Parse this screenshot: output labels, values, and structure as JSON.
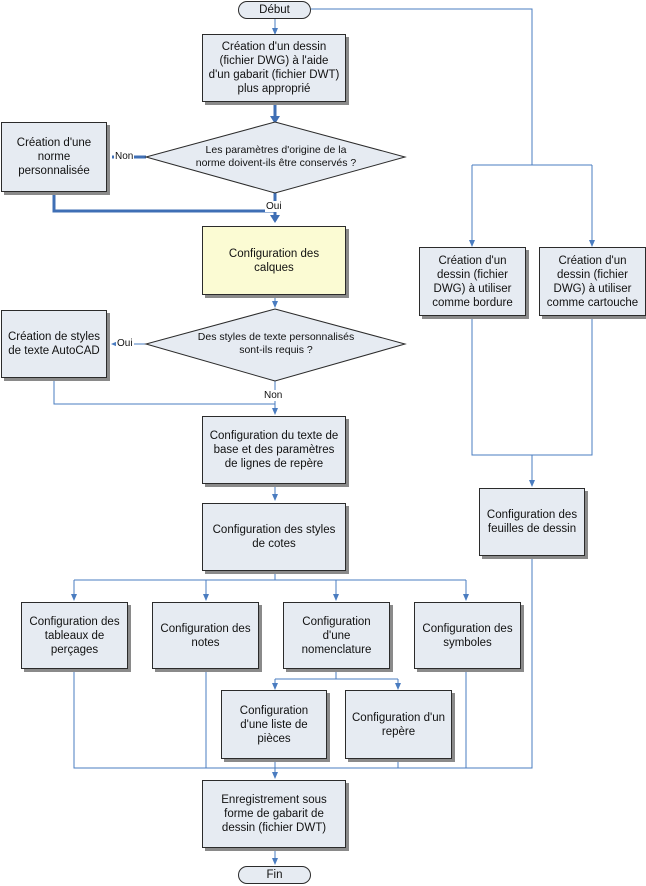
{
  "flowchart": {
    "start": "Début",
    "end": "Fin",
    "steps": {
      "create_drawing": "Création d'un dessin\n(fichier DWG) à l'aide\nd'un gabarit (fichier DWT)\nplus approprié",
      "custom_standard": "Création d'une\nnorme\npersonnalisée",
      "layers": "Configuration des\ncalques",
      "text_styles": "Création de styles\nde texte AutoCAD",
      "base_text": "Configuration du texte de\nbase et des paramètres\nde lignes de repère",
      "dim_styles": "Configuration des styles\nde cotes",
      "hole_tables": "Configuration des\ntableaux de\nperçages",
      "notes": "Configuration des\nnotes",
      "nomenclature": "Configuration\nd'une\nnomenclature",
      "symbols": "Configuration des\nsymboles",
      "parts_list": "Configuration\nd'une liste de\npièces",
      "balloon": "Configuration d'un\nrepère",
      "save_template": "Enregistrement sous\nforme de gabarit de\ndessin (fichier DWT)",
      "border_drawing": "Création d'un\ndessin (fichier\nDWG) à utiliser\ncomme bordure",
      "titleblock_drawing": "Création d'un\ndessin (fichier\nDWG) à utiliser\ncomme cartouche",
      "sheets": "Configuration des\nfeuilles de dessin"
    },
    "decisions": {
      "keep_origin": "Les paramètres d'origine de la\nnorme doivent-ils être conservés ?",
      "custom_text": "Des styles de texte personnalisés\nsont-ils requis ?"
    },
    "labels": {
      "no_1": "Non",
      "yes_1": "Oui",
      "yes_2": "Oui",
      "no_2": "Non"
    }
  }
}
